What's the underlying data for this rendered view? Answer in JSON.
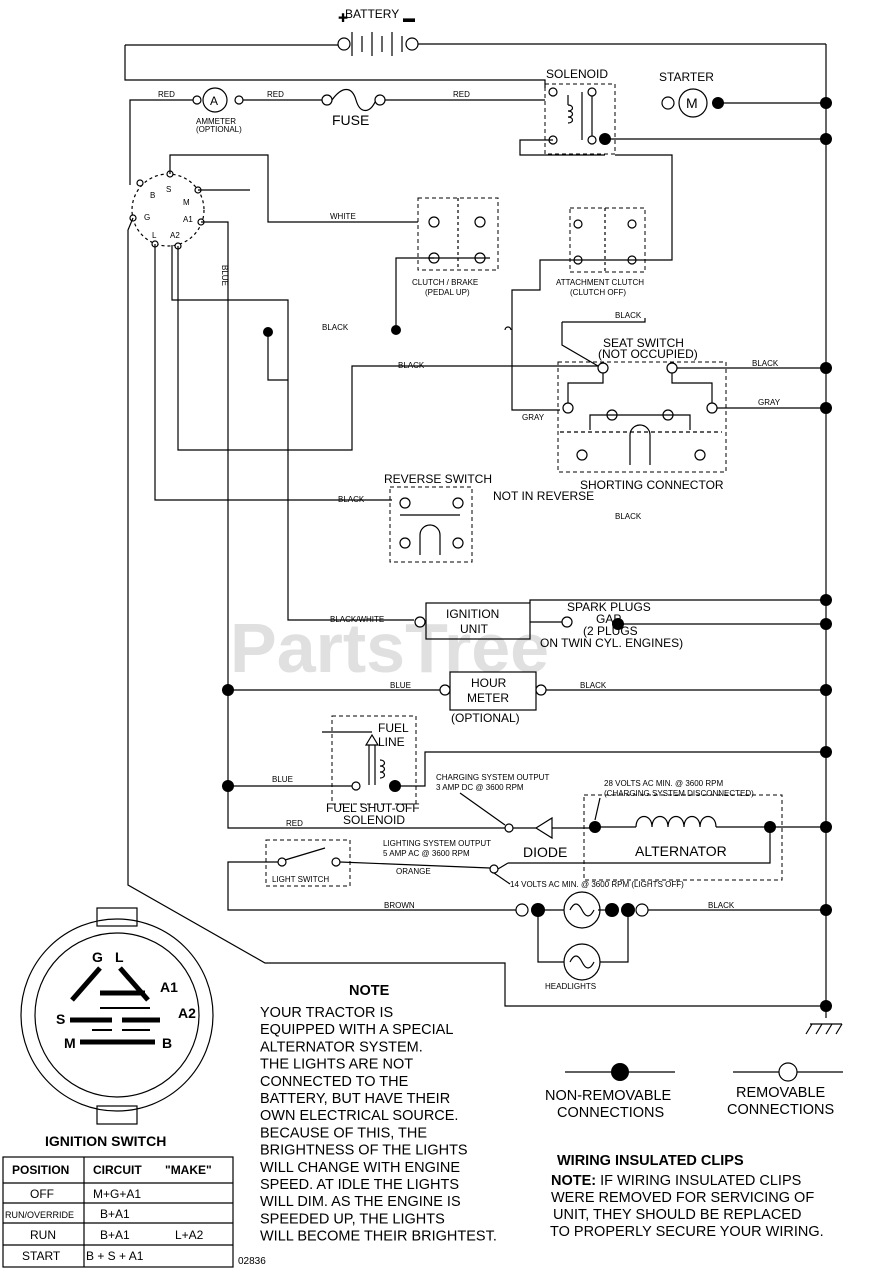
{
  "labels": {
    "battery": "BATTERY",
    "solenoid": "SOLENOID",
    "starter": "STARTER",
    "starter_m": "M",
    "ammeter_a": "A",
    "ammeter": "AMMETER",
    "ammeter_opt": "(OPTIONAL)",
    "fuse": "FUSE",
    "wire_red1": "RED",
    "wire_red2": "RED",
    "wire_red3": "RED",
    "ign_b": "B",
    "ign_s": "S",
    "ign_m": "M",
    "ign_g": "G",
    "ign_a1": "A1",
    "ign_l": "L",
    "ign_a2": "A2",
    "wire_white": "WHITE",
    "wire_blue_v": "BLUE",
    "clutch_brake": "CLUTCH / BRAKE",
    "clutch_brake_sub": "(PEDAL UP)",
    "attach_clutch": "ATTACHMENT CLUTCH",
    "attach_clutch_sub": "(CLUTCH OFF)",
    "wire_black_a": "BLACK",
    "wire_black_b": "BLACK",
    "wire_black_c": "BLACK",
    "wire_black_d": "BLACK",
    "seat_switch": "SEAT SWITCH",
    "seat_switch_sub": "(NOT OCCUPIED)",
    "wire_gray_l": "GRAY",
    "wire_gray_r": "GRAY",
    "shorting": "SHORTING CONNECTOR",
    "reverse_switch": "REVERSE SWITCH",
    "not_in_reverse": "NOT IN REVERSE",
    "wire_black_e": "BLACK",
    "wire_black_f": "BLACK",
    "wire_black_white": "BLACK/WHITE",
    "ignition_unit_1": "IGNITION",
    "ignition_unit_2": "UNIT",
    "spark_1": "SPARK PLUGS",
    "spark_2": "GAP",
    "spark_3": "(2 PLUGS",
    "spark_4": "ON TWIN CYL. ENGINES)",
    "wire_blue_h": "BLUE",
    "hour_1": "HOUR",
    "hour_2": "METER",
    "hour_opt": "(OPTIONAL)",
    "wire_black_g": "BLACK",
    "fuel_1": "FUEL",
    "fuel_2": "LINE",
    "wire_blue_l": "BLUE",
    "fuel_shutoff_1": "FUEL SHUT-OFF",
    "fuel_shutoff_2": "SOLENOID",
    "charging_1": "CHARGING SYSTEM OUTPUT",
    "charging_2": "3 AMP DC @ 3600 RPM",
    "volts28_1": "28 VOLTS AC MIN. @ 3600 RPM",
    "volts28_2": "(CHARGING SYSTEM DISCONNECTED)",
    "diode": "DIODE",
    "alternator": "ALTERNATOR",
    "lighting_1": "LIGHTING SYSTEM OUTPUT",
    "lighting_2": "5 AMP AC @ 3600 RPM",
    "light_switch": "LIGHT SWITCH",
    "wire_orange": "ORANGE",
    "volts14": "14 VOLTS AC MIN. @ 3600 RPM (LIGHTS OFF)",
    "wire_brown": "BROWN",
    "wire_black_h": "BLACK",
    "headlights": "HEADLIGHTS",
    "ign_g2": "G",
    "ign_l2": "L",
    "ign_a1b": "A1",
    "ign_a2b": "A2",
    "ign_s2": "S",
    "ign_m2": "M",
    "ign_b2": "B",
    "ignition_switch": "IGNITION SWITCH",
    "part_no": "02836",
    "watermark": "PartsTree",
    "non_removable_1": "NON-REMOVABLE",
    "non_removable_2": "CONNECTIONS",
    "removable_1": "REMOVABLE",
    "removable_2": "CONNECTIONS",
    "clips_title": "WIRING INSULATED CLIPS"
  },
  "note": {
    "title": "NOTE",
    "lines": [
      "YOUR TRACTOR IS",
      "EQUIPPED WITH A SPECIAL",
      "ALTERNATOR SYSTEM.",
      "THE LIGHTS ARE NOT",
      "CONNECTED TO THE",
      "BATTERY, BUT HAVE THEIR",
      "OWN ELECTRICAL SOURCE.",
      "BECAUSE OF THIS, THE",
      "BRIGHTNESS OF THE LIGHTS",
      "WILL CHANGE WITH ENGINE",
      "SPEED.  AT IDLE THE LIGHTS",
      "WILL DIM.  AS THE ENGINE IS",
      "SPEEDED UP, THE LIGHTS",
      "WILL BECOME THEIR BRIGHTEST."
    ]
  },
  "clips_note": {
    "prefix": "NOTE:",
    "lines": [
      " IF WIRING INSULATED CLIPS",
      "WERE REMOVED FOR SERVICING OF",
      "UNIT, THEY SHOULD BE REPLACED",
      "TO PROPERLY SECURE YOUR WIRING."
    ]
  },
  "ignition_table": {
    "headers": [
      "POSITION",
      "CIRCUIT",
      "\"MAKE\""
    ],
    "rows": [
      [
        "OFF",
        "M+G+A1",
        ""
      ],
      [
        "RUN/OVERRIDE",
        "B+A1",
        ""
      ],
      [
        "RUN",
        "B+A1",
        "L+A2"
      ],
      [
        "START",
        "B + S + A1",
        ""
      ]
    ]
  }
}
